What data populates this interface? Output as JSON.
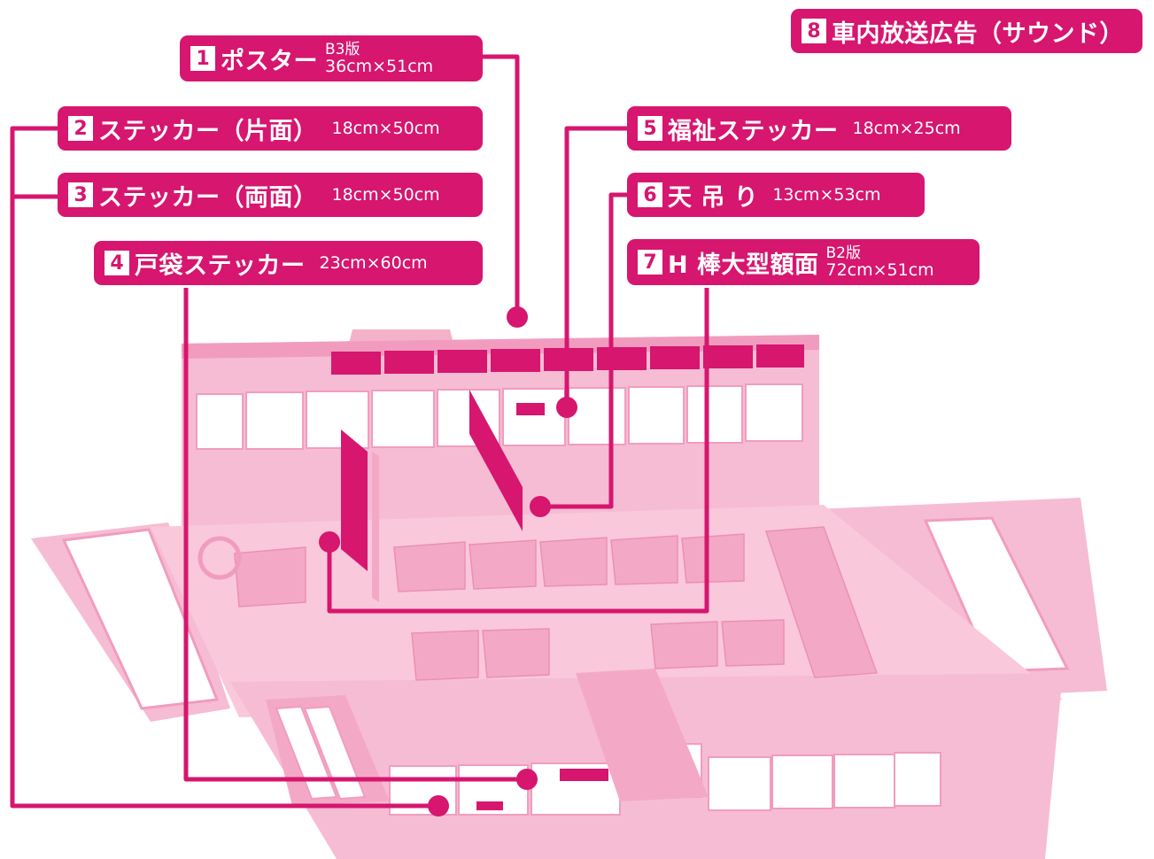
{
  "labels": [
    {
      "num": "1",
      "text": "ポスター",
      "edition": "B3版",
      "size": "36cm×51cm"
    },
    {
      "num": "2",
      "text": "ステッカー（片面）",
      "size": "18cm×50cm"
    },
    {
      "num": "3",
      "text": "ステッカー（両面）",
      "size": "18cm×50cm"
    },
    {
      "num": "4",
      "text": "戸袋ステッカー",
      "size": "23cm×60cm"
    },
    {
      "num": "5",
      "text": "福祉ステッカー",
      "size": "18cm×25cm"
    },
    {
      "num": "6",
      "text": "天 吊 り",
      "size": "13cm×53cm"
    },
    {
      "num": "7",
      "text": "H 棒大型額面",
      "edition": "B2版",
      "size": "72cm×51cm"
    },
    {
      "num": "8",
      "text": "車内放送広告（サウンド）"
    }
  ],
  "colors": {
    "accent": "#d6166f",
    "bus_light": "#f6bcd3",
    "bus_mid": "#f19cbf",
    "bus_dark": "#e77aa8",
    "panel": "#ffffff"
  }
}
